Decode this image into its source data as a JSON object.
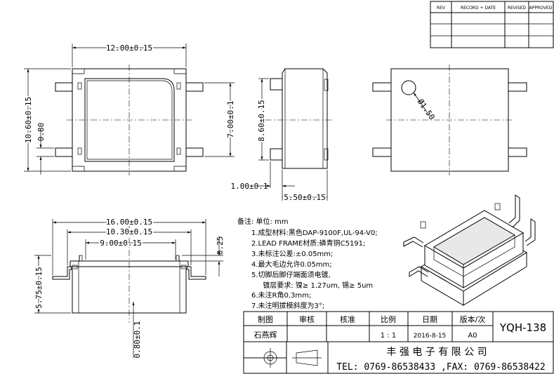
{
  "revision_table": {
    "headers": [
      "REV",
      "RECORD + DATE",
      "REVISED",
      "APPROVED"
    ]
  },
  "top_view": {
    "width_dim": "12.00±0.15",
    "height_dim": "10.60±0.15",
    "pitch_dim": "0.80",
    "inner_dim": "7.00±0.1"
  },
  "side_view": {
    "height_dim": "8.60±0.15",
    "lead_dim": "1.00±0.1",
    "body_dim": "5.50±0.15"
  },
  "bottom_view": {
    "pin1_dim": "Ø1.50"
  },
  "front_view": {
    "total_width": "16.00±0.15",
    "body_width": "10.30±0.15",
    "inner_width": "9.00±0.15",
    "thickness": "0.25",
    "height": "5.75±0.15",
    "standoff": "0.80±0.1"
  },
  "notes": {
    "title": "备注: 单位: mm",
    "lines": [
      "1.成型材料:黑色DAP-9100F,UL-94-V0;",
      "2.LEAD FRAME材质:磷青铜C5191;",
      "3.未标注公差:±0.05mm;",
      "4.最大毛边允许0.05mm;",
      "5.切脚后脚仔端面须电镀,",
      "  镀层要求: 镍≥ 1.27um, 锡≥ 5um",
      "6.未注R角0.3mm;",
      "7.未注明拔模斜度为3°;"
    ]
  },
  "title_block": {
    "headers": [
      "制图",
      "审核",
      "核准",
      "比例",
      "日期",
      "版本/次"
    ],
    "values": [
      "石燕辉",
      "",
      "",
      "1 : 1",
      "2016-8-15",
      "A0"
    ],
    "part_no": "YQH-138",
    "company": "丰 强 电 子 有 限 公 司",
    "contact": "TEL: 0769-86538433 ,FAX: 0769-86538422"
  }
}
